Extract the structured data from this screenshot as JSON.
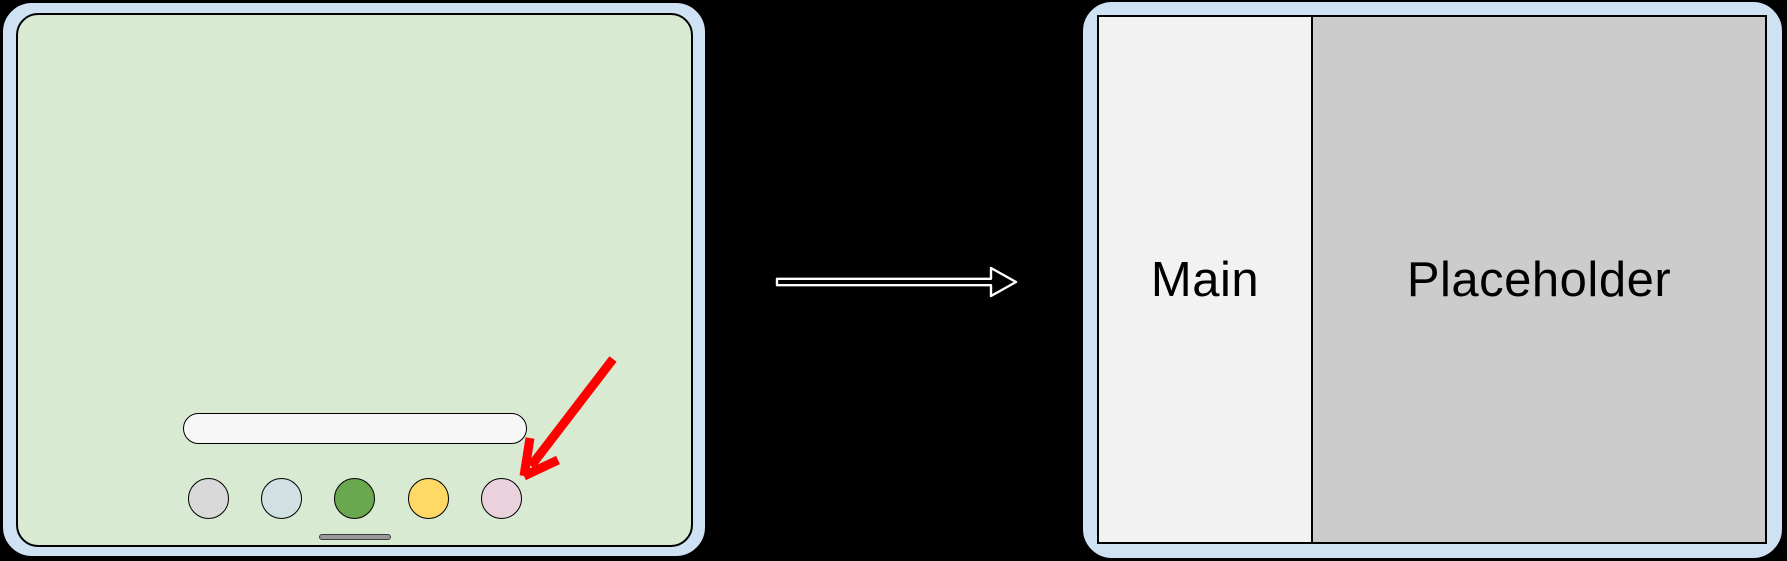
{
  "diagram": {
    "background_color": "#000000",
    "device_frame_color": "#cfe2f3"
  },
  "left_device": {
    "screen_color": "#d9ead3",
    "search_bar": {
      "value": "",
      "placeholder": "",
      "color": "#f7f7f7"
    },
    "dock_apps": [
      {
        "name": "dock-app-gray",
        "color": "#d9d9d9"
      },
      {
        "name": "dock-app-blue",
        "color": "#d0e0e3"
      },
      {
        "name": "dock-app-green",
        "color": "#6aa84f"
      },
      {
        "name": "dock-app-yellow",
        "color": "#ffd966"
      },
      {
        "name": "dock-app-pink",
        "color": "#ead1dc"
      }
    ],
    "home_indicator_color": "#999999"
  },
  "annotation_arrow": {
    "color": "#ff0000"
  },
  "transition_arrow": {
    "fill": "#000000",
    "outline": "#ffffff"
  },
  "right_device": {
    "panes": [
      {
        "label": "Main",
        "color": "#f2f2f2"
      },
      {
        "label": "Placeholder",
        "color": "#cccccc"
      }
    ]
  }
}
